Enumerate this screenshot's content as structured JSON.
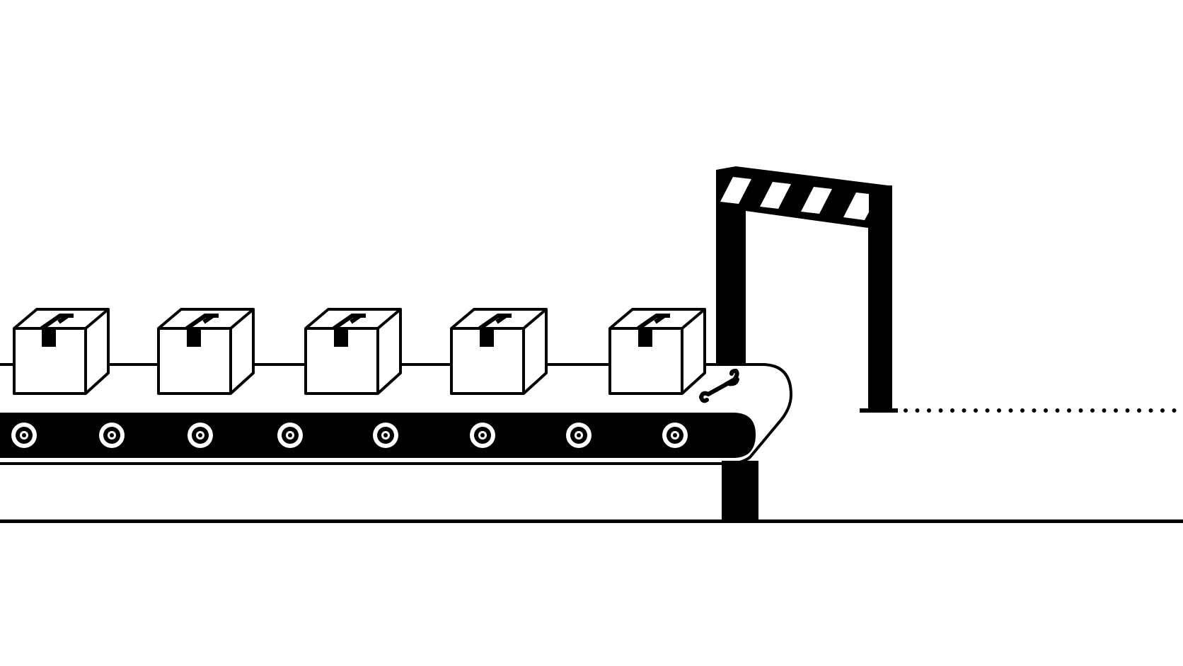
{
  "scene": {
    "ink_color": "#000000",
    "background_color": "#ffffff",
    "box_count": 5,
    "roller_count": 8,
    "icons": {
      "box": "cardboard-box-icon",
      "roller": "roller-icon",
      "wrench": "wrench-icon",
      "gate": "striped-barrier-gate"
    }
  }
}
